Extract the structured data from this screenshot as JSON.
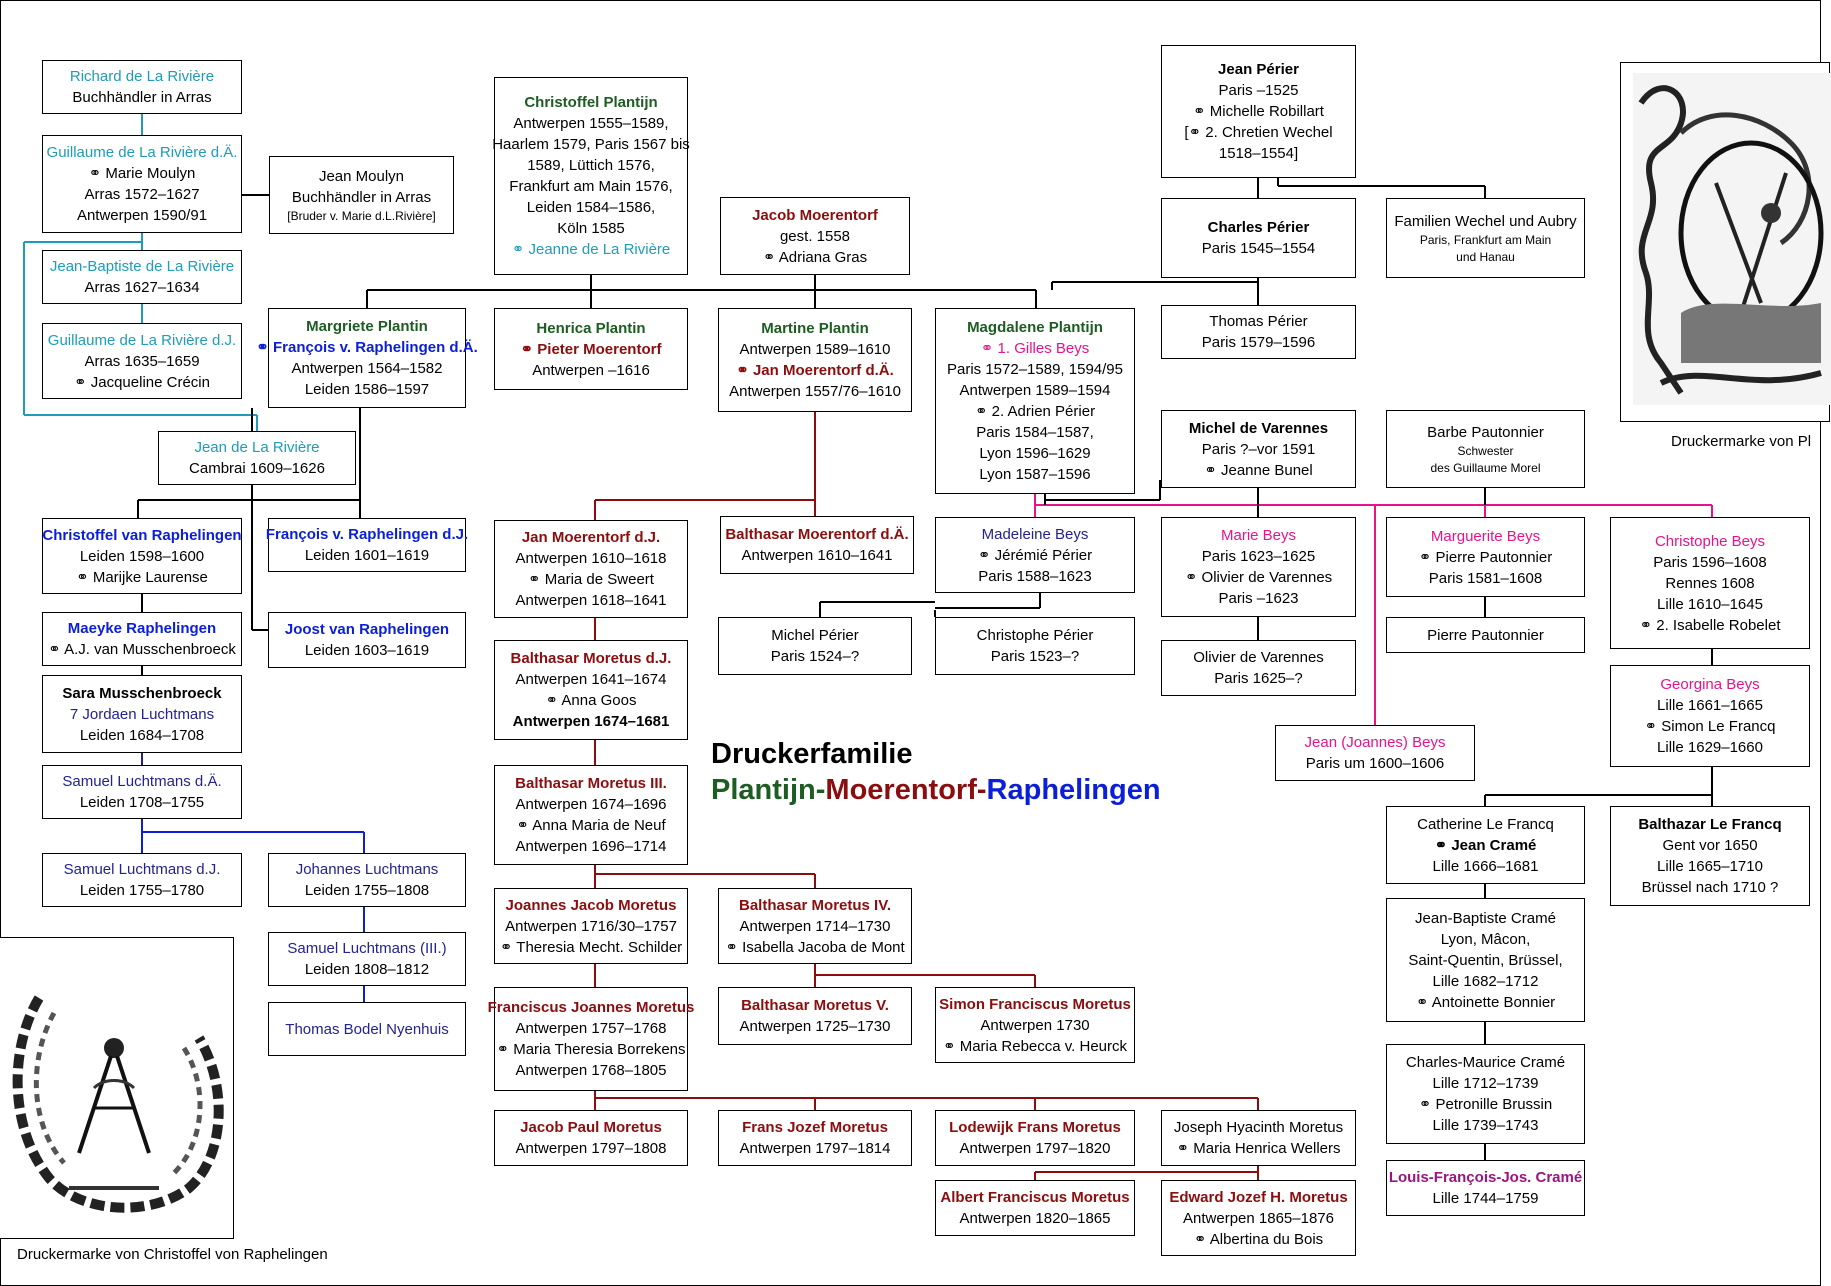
{
  "title": {
    "line1": "Druckerfamilie",
    "part1": "Plantijn",
    "dash1": "-",
    "part2": "Moerentorf",
    "dash2": "-",
    "part3": "Raphelingen"
  },
  "colors": {
    "plantijn": "#1d5d22",
    "moerentorf": "#8b0e0e",
    "raphelingen": "#0a1fd6",
    "riviere": "#1e9cb8",
    "luchtmans": "#23238f",
    "beys": "#e8138a",
    "perier": "#000000"
  },
  "marks": {
    "right_caption": "Druckermarke von Pl",
    "left_caption": "Druckermarke von Christoffel von Raphelingen"
  },
  "persons": {
    "richard_riviere": [
      "Richard de La Rivière",
      "Buchhändler in Arras"
    ],
    "guillaume_riviere_da": [
      "Guillaume de La Rivière d.Ä.",
      "⚭ Marie Moulyn",
      "Arras 1572–1627",
      "Antwerpen 1590/91"
    ],
    "jean_moulyn": [
      "Jean Moulyn",
      "Buchhändler in Arras",
      "[Bruder v. Marie d.L.Rivière]"
    ],
    "jean_baptiste_riviere": [
      "Jean-Baptiste de La Rivière",
      "Arras 1627–1634"
    ],
    "guillaume_riviere_dj": [
      "Guillaume de La Rivière d.J.",
      "Arras 1635–1659",
      "⚭ Jacqueline Crécin"
    ],
    "jean_riviere": [
      "Jean de La Rivière",
      "Cambrai 1609–1626"
    ],
    "christoffel_plantijn": [
      "Christoffel Plantijn",
      "Antwerpen 1555–1589,",
      "Haarlem 1579, Paris 1567 bis",
      "1589, Lüttich 1576,",
      "Frankfurt am Main 1576,",
      "Leiden 1584–1586,",
      "Köln 1585",
      "⚭ Jeanne de La Rivière"
    ],
    "jacob_moerentorf": [
      "Jacob Moerentorf",
      "gest. 1558",
      "⚭ Adriana Gras"
    ],
    "jean_perier": [
      "Jean Périer",
      "Paris –1525",
      "⚭ Michelle Robillart",
      "[⚭ 2. Chretien Wechel",
      "1518–1554]"
    ],
    "charles_perier": [
      "Charles Périer",
      "Paris 1545–1554"
    ],
    "familien_wechel": [
      "Familien Wechel und Aubry",
      "Paris, Frankfurt am Main",
      "und Hanau"
    ],
    "thomas_perier": [
      "Thomas Périer",
      "Paris 1579–1596"
    ],
    "margriete_plantin": [
      "Margriete Plantin",
      "⚭ François v. Raphelingen d.Ä.",
      "Antwerpen 1564–1582",
      "Leiden 1586–1597"
    ],
    "henrica_plantin": [
      "Henrica Plantin",
      "⚭ Pieter Moerentorf",
      "Antwerpen –1616"
    ],
    "martine_plantin": [
      "Martine Plantin",
      "Antwerpen 1589–1610",
      "⚭ Jan Moerentorf d.Ä.",
      "Antwerpen 1557/76–1610"
    ],
    "magdalene_plantijn": [
      "Magdalene Plantijn",
      "⚭ 1. Gilles Beys",
      "Paris 1572–1589, 1594/95",
      "Antwerpen 1589–1594",
      "⚭ 2. Adrien Périer",
      "Paris 1584–1587,",
      "Lyon 1596–1629",
      "Lyon 1587–1596"
    ],
    "michel_varennes": [
      "Michel de Varennes",
      "Paris ?–vor 1591",
      "⚭ Jeanne Bunel"
    ],
    "barbe_pautonnier": [
      "Barbe Pautonnier",
      "Schwester",
      "des Guillaume Morel"
    ],
    "christoffel_raphelingen": [
      "Christoffel van Raphelingen",
      "Leiden 1598–1600",
      "⚭ Marijke Laurense"
    ],
    "francois_raphelingen_dj": [
      "François v. Raphelingen d.J.",
      "Leiden 1601–1619"
    ],
    "maeyke_raphelingen": [
      "Maeyke Raphelingen",
      "⚭ A.J. van Musschenbroeck"
    ],
    "joost_raphelingen": [
      "Joost van Raphelingen",
      "Leiden 1603–1619"
    ],
    "sara_musschenbroeck": [
      "Sara Musschenbroeck",
      "7 Jordaen Luchtmans",
      "Leiden 1684–1708"
    ],
    "samuel_luchtmans_da": [
      "Samuel Luchtmans d.Ä.",
      "Leiden 1708–1755"
    ],
    "samuel_luchtmans_dj": [
      "Samuel Luchtmans d.J.",
      "Leiden 1755–1780"
    ],
    "johannes_luchtmans": [
      "Johannes Luchtmans",
      "Leiden 1755–1808"
    ],
    "samuel_luchtmans_iii": [
      "Samuel Luchtmans (III.)",
      "Leiden 1808–1812"
    ],
    "thomas_bodel": [
      "Thomas Bodel Nyenhuis"
    ],
    "jan_moerentorf_dj": [
      "Jan Moerentorf d.J.",
      "Antwerpen 1610–1618",
      "⚭ Maria de Sweert",
      "Antwerpen 1618–1641"
    ],
    "balthasar_moerentorf_da": [
      "Balthasar Moerentorf d.Ä.",
      "Antwerpen 1610–1641"
    ],
    "madeleine_beys": [
      "Madeleine Beys",
      "⚭ Jérémié Périer",
      "Paris 1588–1623"
    ],
    "marie_beys": [
      "Marie Beys",
      "Paris 1623–1625",
      "⚭  Olivier de Varennes",
      "Paris –1623"
    ],
    "marguerite_beys": [
      "Marguerite Beys",
      "⚭ Pierre Pautonnier",
      "Paris 1581–1608"
    ],
    "christophe_beys": [
      "Christophe Beys",
      "Paris 1596–1608",
      "Rennes 1608",
      "Lille 1610–1645",
      "⚭ 2. Isabelle Robelet"
    ],
    "michel_perier": [
      "Michel Périer",
      "Paris 1524–?"
    ],
    "christophe_perier": [
      "Christophe Périer",
      "Paris 1523–?"
    ],
    "olivier_varennes": [
      "Olivier de Varennes",
      "Paris 1625–?"
    ],
    "pierre_pautonnier": [
      "Pierre Pautonnier"
    ],
    "georgina_beys": [
      "Georgina Beys",
      "Lille 1661–1665",
      "⚭ Simon Le Francq",
      "Lille 1629–1660"
    ],
    "balthasar_moretus_dj": [
      "Balthasar Moretus d.J.",
      "Antwerpen 1641–1674",
      "⚭ Anna Goos",
      "Antwerpen 1674–1681"
    ],
    "jean_beys": [
      "Jean (Joannes) Beys",
      "Paris um 1600–1606"
    ],
    "balthasar_moretus_iii": [
      "Balthasar Moretus III.",
      "Antwerpen 1674–1696",
      "⚭ Anna Maria de Neuf",
      "Antwerpen 1696–1714"
    ],
    "catherine_le_francq": [
      "Catherine Le Francq",
      "⚭ Jean Cramé",
      "Lille 1666–1681"
    ],
    "balthasar_le_francq": [
      "Balthazar Le Francq",
      "Gent vor 1650",
      "Lille 1665–1710",
      "Brüssel nach 1710 ?"
    ],
    "joannes_jacob_moretus": [
      "Joannes Jacob Moretus",
      "Antwerpen 1716/30–1757",
      "⚭ Theresia Mecht. Schilder"
    ],
    "balthasar_moretus_iv": [
      "Balthasar Moretus IV.",
      "Antwerpen 1714–1730",
      "⚭ Isabella Jacoba de Mont"
    ],
    "jean_baptiste_crame": [
      "Jean-Baptiste Cramé",
      "Lyon, Mâcon,",
      "Saint-Quentin, Brüssel,",
      "Lille 1682–1712",
      "⚭ Antoinette Bonnier"
    ],
    "franciscus_joannes_moretus": [
      "Franciscus Joannes Moretus",
      "Antwerpen 1757–1768",
      "⚭ Maria Theresia Borrekens",
      "Antwerpen 1768–1805"
    ],
    "balthasar_moretus_v": [
      "Balthasar Moretus V.",
      "Antwerpen 1725–1730"
    ],
    "simon_franciscus_moretus": [
      "Simon Franciscus Moretus",
      "Antwerpen 1730",
      "⚭ Maria Rebecca v. Heurck"
    ],
    "charles_maurice_crame": [
      "Charles-Maurice Cramé",
      "Lille 1712–1739",
      "⚭ Petronille Brussin",
      "Lille 1739–1743"
    ],
    "jacob_paul_moretus": [
      "Jacob Paul Moretus",
      "Antwerpen 1797–1808"
    ],
    "frans_jozef_moretus": [
      "Frans Jozef Moretus",
      "Antwerpen 1797–1814"
    ],
    "lodewijk_frans_moretus": [
      "Lodewijk Frans Moretus",
      "Antwerpen 1797–1820"
    ],
    "joseph_hyacinth_moretus": [
      "Joseph Hyacinth Moretus",
      "⚭ Maria Henrica Wellers"
    ],
    "louis_francois_crame": [
      "Louis-François-Jos. Cramé",
      "Lille 1744–1759"
    ],
    "albert_franciscus_moretus": [
      "Albert Franciscus Moretus",
      "Antwerpen 1820–1865"
    ],
    "edward_jozef_moretus": [
      "Edward Jozef H. Moretus",
      "Antwerpen 1865–1876",
      "⚭ Albertina du Bois"
    ]
  }
}
